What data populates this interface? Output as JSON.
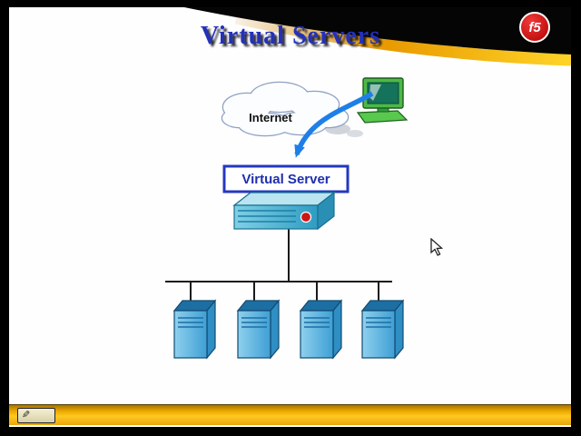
{
  "slide": {
    "title": "Virtual Servers",
    "diagram": {
      "cloud_label": "Internet",
      "virtual_server_label": "Virtual Server",
      "server_count": 4
    }
  },
  "branding": {
    "logo_text": "f5",
    "logo_color": "#c00000"
  },
  "toolbar": {
    "pen_icon": "✎"
  },
  "colors": {
    "title_blue": "#2431b8",
    "accent_gold": "#ffc820",
    "server_blue": "#3e9fd4",
    "arrow_blue": "#1f7fe8",
    "virtual_server_border": "#2438c0"
  }
}
